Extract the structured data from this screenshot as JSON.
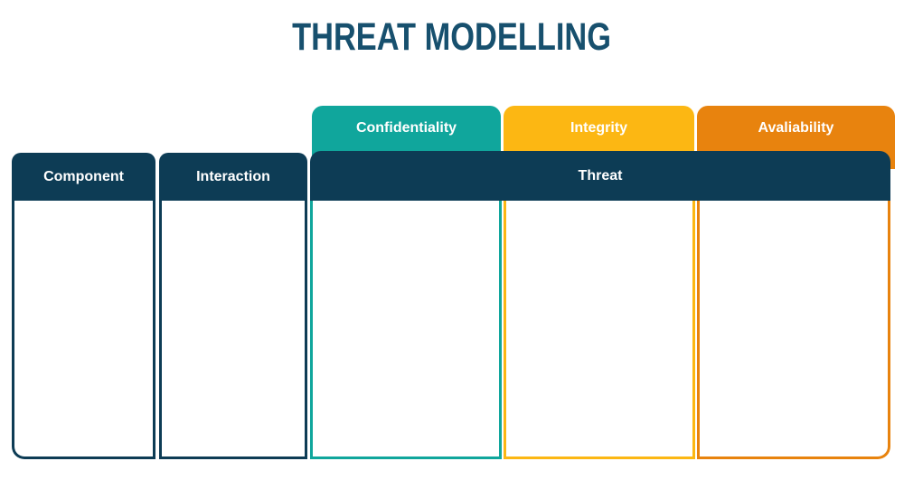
{
  "title": "THREAT MODELLING",
  "cia_tabs": [
    {
      "label": "Confidentiality",
      "color": "#10a69c"
    },
    {
      "label": "Integrity",
      "color": "#fcb713"
    },
    {
      "label": "Avaliability",
      "color": "#e8830e"
    }
  ],
  "table": {
    "column_headers": [
      {
        "label": "Component"
      },
      {
        "label": "Interaction"
      },
      {
        "label": "Threat"
      }
    ],
    "body_cells": [
      {
        "column": "Component",
        "value": ""
      },
      {
        "column": "Interaction",
        "value": ""
      },
      {
        "column": "Confidentiality",
        "value": ""
      },
      {
        "column": "Integrity",
        "value": ""
      },
      {
        "column": "Avaliability",
        "value": ""
      }
    ]
  },
  "colors": {
    "title_text": "#17506e",
    "header_navy": "#0d3c55",
    "teal": "#10a69c",
    "yellow": "#fcb713",
    "orange": "#e8830e",
    "background": "#ffffff",
    "tab_text": "#ffffff",
    "header_text": "#ffffff"
  }
}
